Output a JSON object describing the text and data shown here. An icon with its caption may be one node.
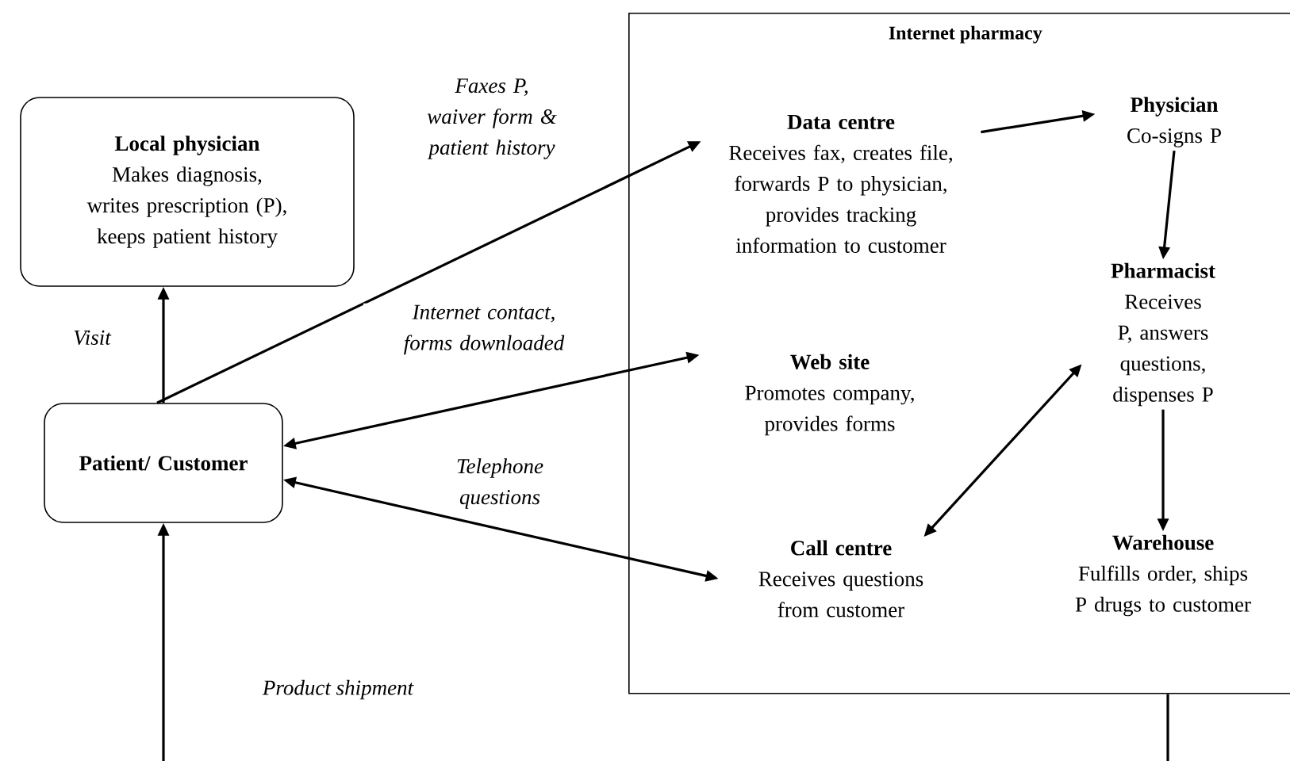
{
  "diagram": {
    "nodes": [
      {
        "text": [
          "Local physician",
          "Makes diagnosis, writes prescription (P), keeps patient history"
        ]
      },
      {
        "text": [
          "Patient/ Customer"
        ]
      },
      {
        "text": [
          "Internet pharmacy"
        ]
      },
      {
        "text": [
          "Data centre",
          "Receives fax, creates file, forwards P to physician, provides tracking information to customer"
        ],
        "in": 2
      },
      {
        "text": [
          "Physician",
          "Co-signs P"
        ],
        "in": 2
      },
      {
        "text": [
          "Web site",
          "Promotes company, provides forms"
        ],
        "in": 2
      },
      {
        "text": [
          "Pharmacist",
          "Receives P, answers questions, dispenses P"
        ],
        "in": 2
      },
      {
        "text": [
          "Call centre",
          "Receives questions from customer"
        ],
        "in": 2
      },
      {
        "text": [
          "Warehouse",
          "Fulfills order, ships P drugs to customer"
        ],
        "in": 2
      }
    ],
    "edges": [
      {
        "from": 1,
        "to": 0,
        "arrow": "to",
        "label": "Visit"
      },
      {
        "from": 1,
        "to": 3,
        "arrow": "to",
        "label": "Faxes P, waiver form & patient history"
      },
      {
        "from": 1,
        "to": 5,
        "arrow": "both",
        "label": "Internet contact, forms downloaded"
      },
      {
        "from": 1,
        "to": 7,
        "arrow": "both",
        "label": "Telephone questions"
      },
      {
        "from": 3,
        "to": 4,
        "arrow": "to"
      },
      {
        "from": 4,
        "to": 6,
        "arrow": "to"
      },
      {
        "from": 6,
        "to": 8,
        "arrow": "to"
      },
      {
        "from": 7,
        "to": 6,
        "arrow": "both"
      },
      {
        "from": 2,
        "to": 1,
        "arrow": "to",
        "label": "Product shipment"
      }
    ]
  }
}
